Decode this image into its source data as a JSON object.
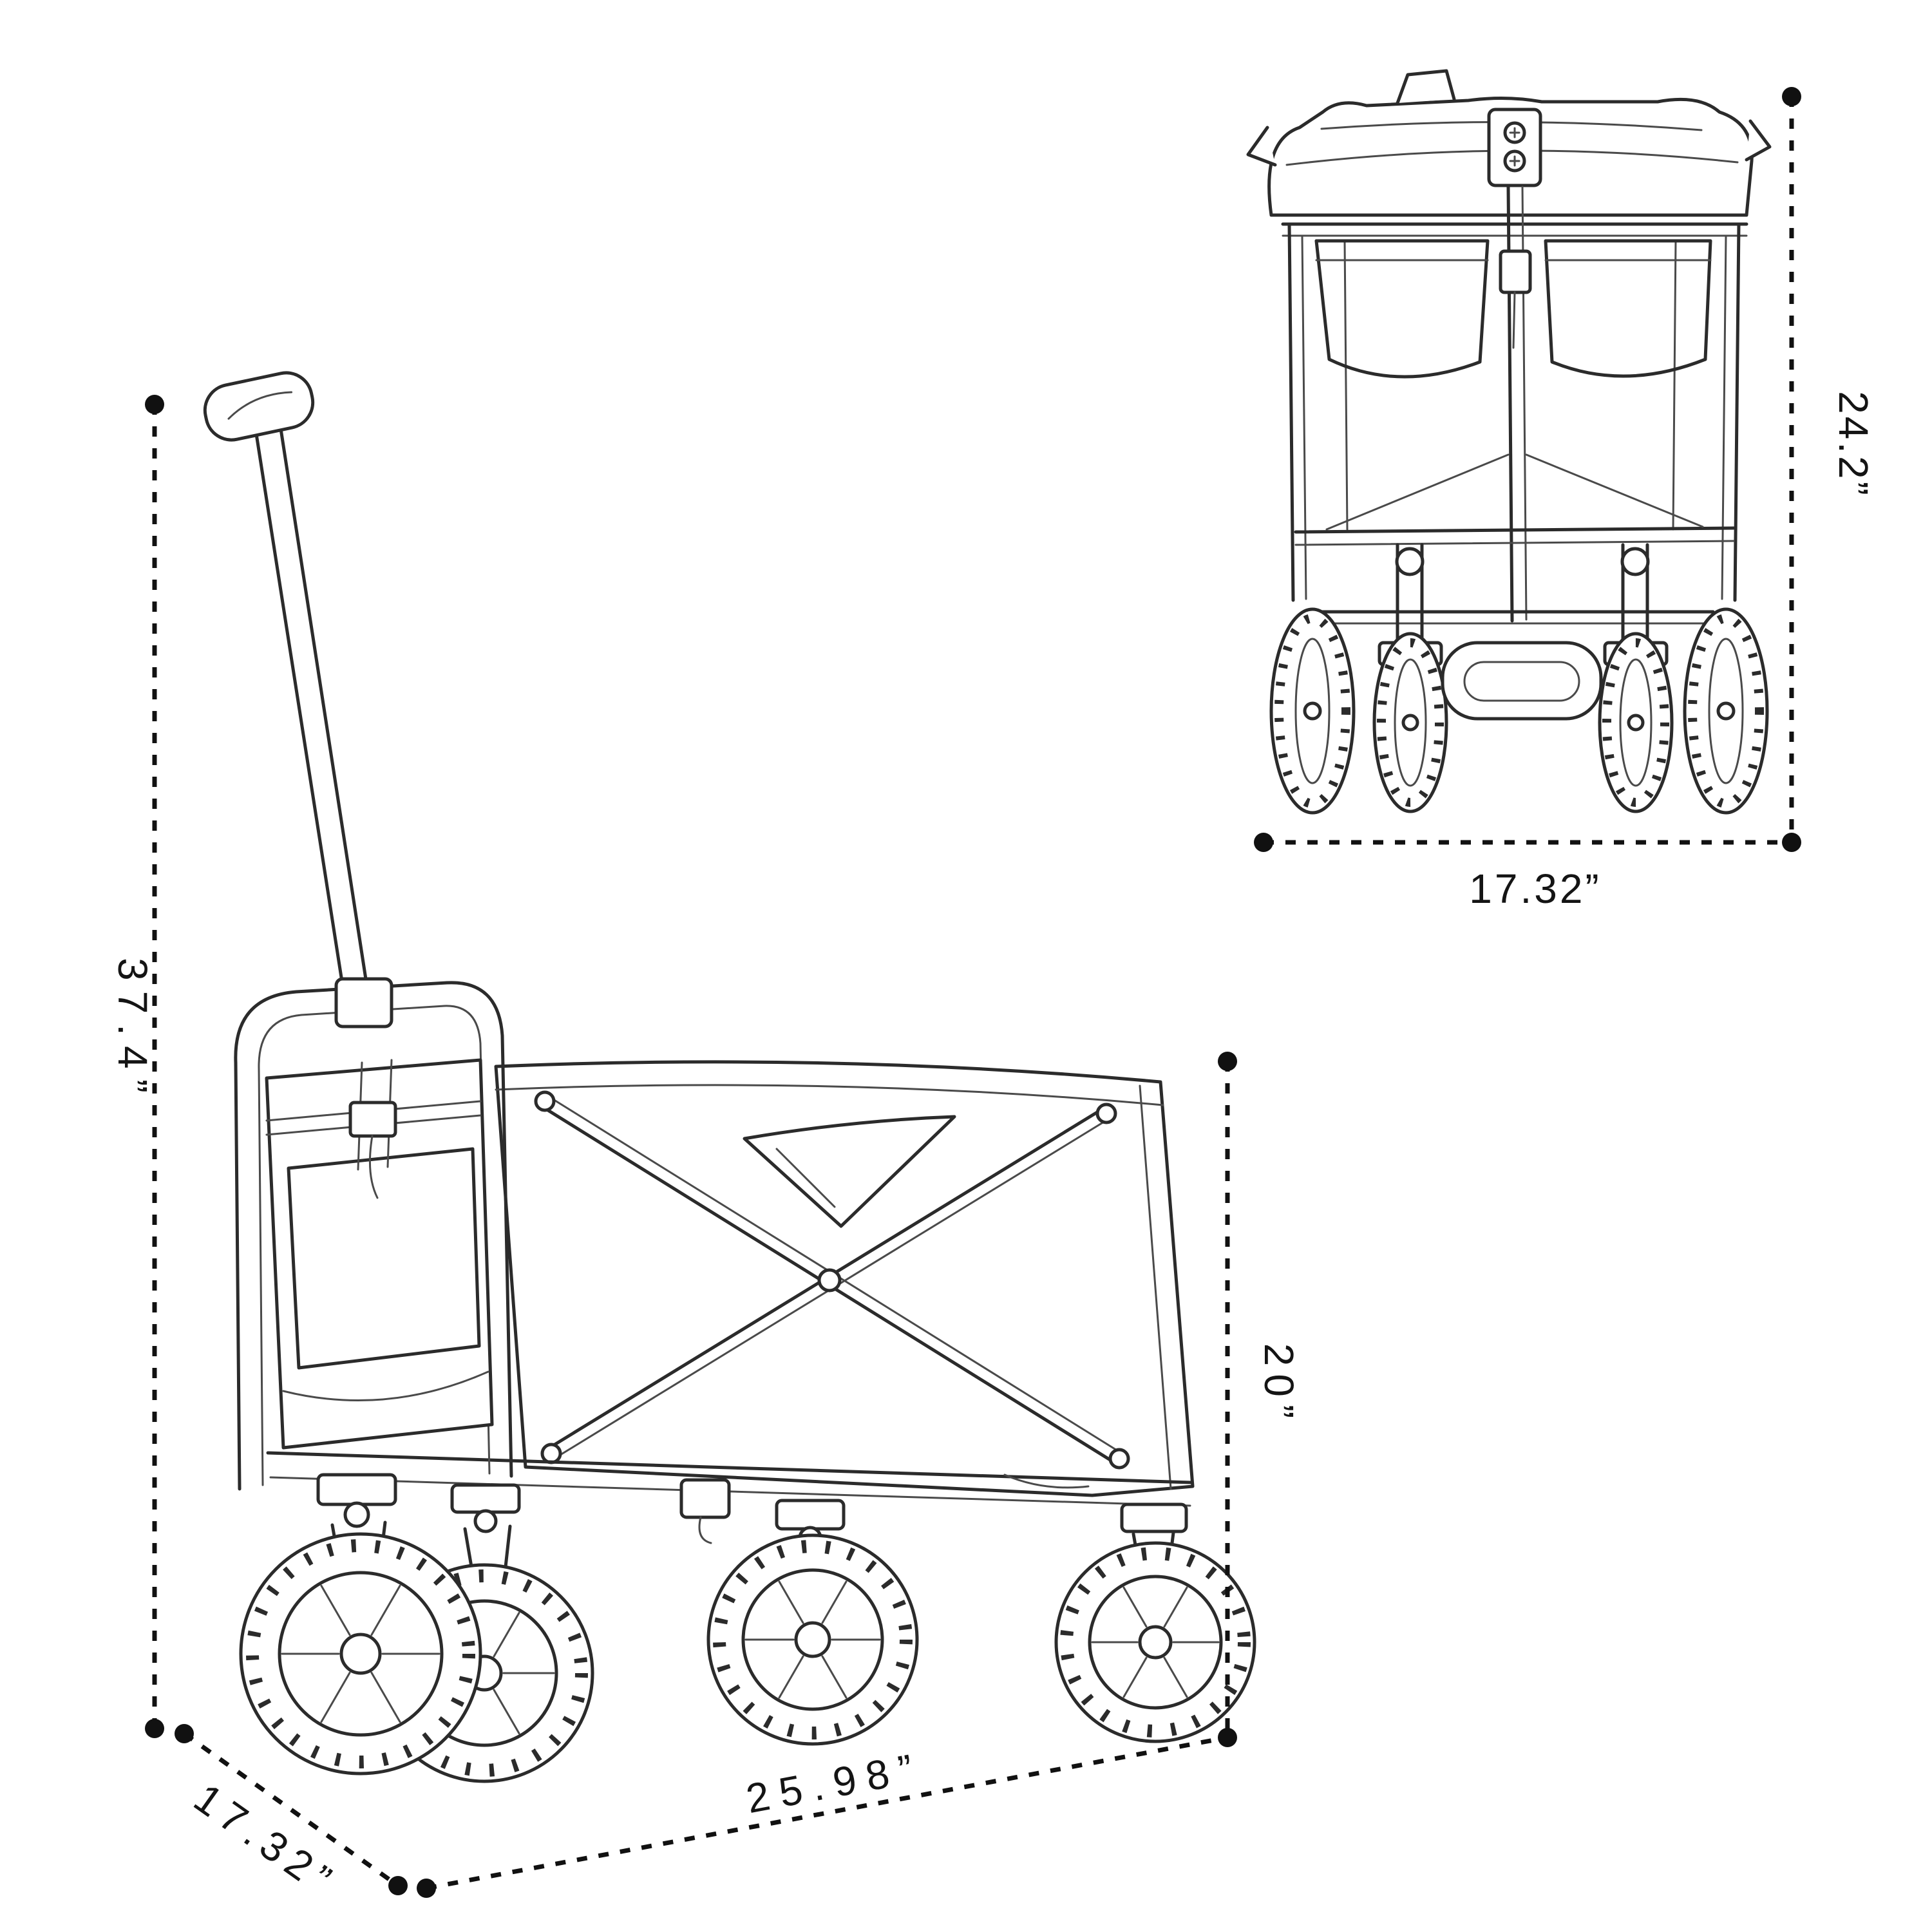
{
  "page": {
    "background_color": "#ffffff",
    "line_color": "#2b2b2b",
    "dimension_color": "#111111",
    "hatch_fill": "#ececec"
  },
  "views": {
    "side": {
      "name": "collapsible-wagon-side-view",
      "labels": {
        "height": "37.4”",
        "depth": "17.32”",
        "length": "25.98”",
        "body_height": "20”"
      }
    },
    "front": {
      "name": "collapsible-wagon-front-view",
      "labels": {
        "height": "24.2”",
        "width": "17.32”"
      }
    }
  }
}
